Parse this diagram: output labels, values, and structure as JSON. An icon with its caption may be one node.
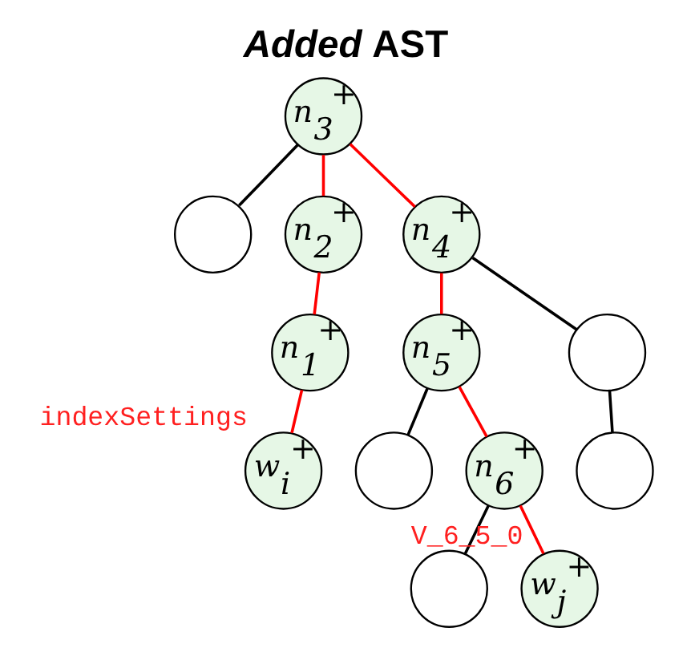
{
  "diagram": {
    "title": "*Added* AST",
    "nodes": [
      {
        "text": [
          "n$_{3}$$^{+}$"
        ]
      },
      {
        "text": [],
        "shape": "circle"
      },
      {
        "text": [
          "n$_{2}$$^{+}$"
        ]
      },
      {
        "text": [
          "n$_{4}$$^{+}$"
        ]
      },
      {
        "text": [
          "n$_{1}$$^{+}$"
        ]
      },
      {
        "text": [
          "n$_{5}$$^{+}$"
        ]
      },
      {
        "text": [],
        "shape": "circle"
      },
      {
        "text": [
          "w$_{i}$$^{+}$"
        ],
        "beside": [
          "indexSettings"
        ]
      },
      {
        "text": [],
        "shape": "circle"
      },
      {
        "text": [
          "n$_{6}$$^{+}$"
        ]
      },
      {
        "text": [],
        "shape": "circle"
      },
      {
        "text": [],
        "shape": "circle"
      },
      {
        "text": [
          "w$_{j}$$^{+}$"
        ],
        "beside": [
          "V_6_5_0"
        ]
      }
    ],
    "edges": [
      {
        "from": 0,
        "to": 1,
        "arrow": "none",
        "color": "#000000"
      },
      {
        "from": 0,
        "to": 2,
        "arrow": "none"
      },
      {
        "from": 0,
        "to": 3,
        "arrow": "none"
      },
      {
        "from": 2,
        "to": 4,
        "arrow": "none"
      },
      {
        "from": 3,
        "to": 5,
        "arrow": "none"
      },
      {
        "from": 3,
        "to": 6,
        "arrow": "none",
        "color": "#000000"
      },
      {
        "from": 4,
        "to": 7,
        "arrow": "none"
      },
      {
        "from": 5,
        "to": 8,
        "arrow": "none",
        "color": "#000000"
      },
      {
        "from": 5,
        "to": 9,
        "arrow": "none"
      },
      {
        "from": 6,
        "to": 10,
        "arrow": "none",
        "color": "#000000"
      },
      {
        "from": 9,
        "to": 11,
        "arrow": "none",
        "color": "#000000"
      },
      {
        "from": 9,
        "to": 12,
        "arrow": "none"
      }
    ]
  }
}
